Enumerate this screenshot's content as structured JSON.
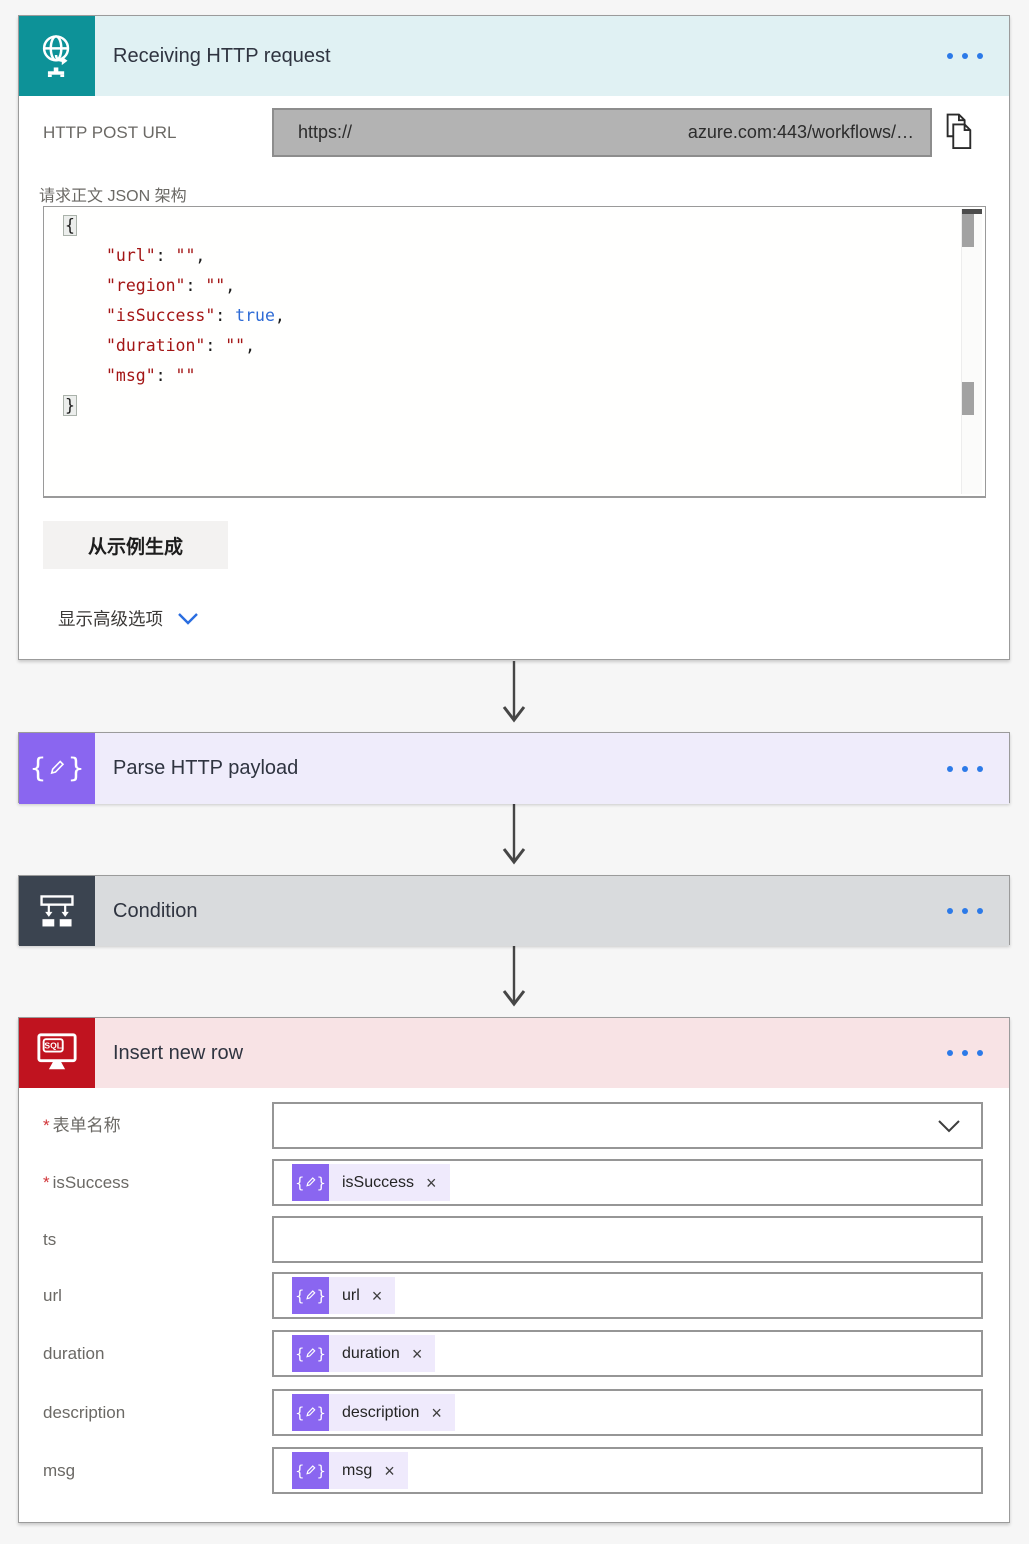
{
  "cards": {
    "http_request": {
      "title": "Receiving HTTP request",
      "url_label": "HTTP POST URL",
      "url_prefix": "https://",
      "url_suffix": "azure.com:443/workflows/…",
      "schema_label": "请求正文 JSON 架构",
      "schema": {
        "open": "{",
        "close": "}",
        "lines": [
          {
            "key": "\"url\"",
            "sep": ": ",
            "value": "\"\"",
            "value_class": "str",
            "tail": ","
          },
          {
            "key": "\"region\"",
            "sep": ": ",
            "value": "\"\"",
            "value_class": "str",
            "tail": ","
          },
          {
            "key": "\"isSuccess\"",
            "sep": ": ",
            "value": "true",
            "value_class": "bool",
            "tail": ","
          },
          {
            "key": "\"duration\"",
            "sep": ": ",
            "value": "\"\"",
            "value_class": "str",
            "tail": ","
          },
          {
            "key": "\"msg\"",
            "sep": ": ",
            "value": "\"\"",
            "value_class": "str",
            "tail": ""
          }
        ]
      },
      "generate_button": "从示例生成",
      "advanced_link": "显示高级选项"
    },
    "parse": {
      "title": "Parse HTTP payload"
    },
    "condition": {
      "title": "Condition"
    },
    "insert": {
      "title": "Insert new row",
      "fields": [
        {
          "label": "表单名称",
          "required": true,
          "type": "dropdown"
        },
        {
          "label": "isSuccess",
          "required": true,
          "type": "token",
          "token": "isSuccess"
        },
        {
          "label": "ts",
          "required": false,
          "type": "empty"
        },
        {
          "label": "url",
          "required": false,
          "type": "token",
          "token": "url"
        },
        {
          "label": "duration",
          "required": false,
          "type": "token",
          "token": "duration"
        },
        {
          "label": "description",
          "required": false,
          "type": "token",
          "token": "description"
        },
        {
          "label": "msg",
          "required": false,
          "type": "token",
          "token": "msg"
        }
      ]
    }
  },
  "glyphs": {
    "remove_token": "×",
    "brace_open": "{",
    "brace_close": "}"
  },
  "icons": {
    "trigger": "globe-arrow-icon",
    "parse": "braces-pencil-icon",
    "condition": "branch-icon",
    "insert": "sql-monitor-icon",
    "copy": "copy-icon",
    "menu": "ellipsis-icon",
    "advanced": "chevron-down-icon",
    "dropdown": "chevron-down-icon"
  },
  "colors": {
    "trigger_accent": "#0d9298",
    "trigger_header_bg": "#e0f1f3",
    "parse_accent": "#8a66f0",
    "parse_header_bg": "#efecfb",
    "condition_accent": "#3b4450",
    "condition_header_bg": "#d9dbdd",
    "sql_accent": "#c0131f",
    "sql_header_bg": "#f8e3e5",
    "menu_dots": "#2c7ae8",
    "token_chip_bg": "#efeafc",
    "required_asterisk": "#d13438",
    "code_key": "#a31515",
    "code_bool": "#2e6bd6",
    "url_box_bg": "#b3b3b3"
  }
}
